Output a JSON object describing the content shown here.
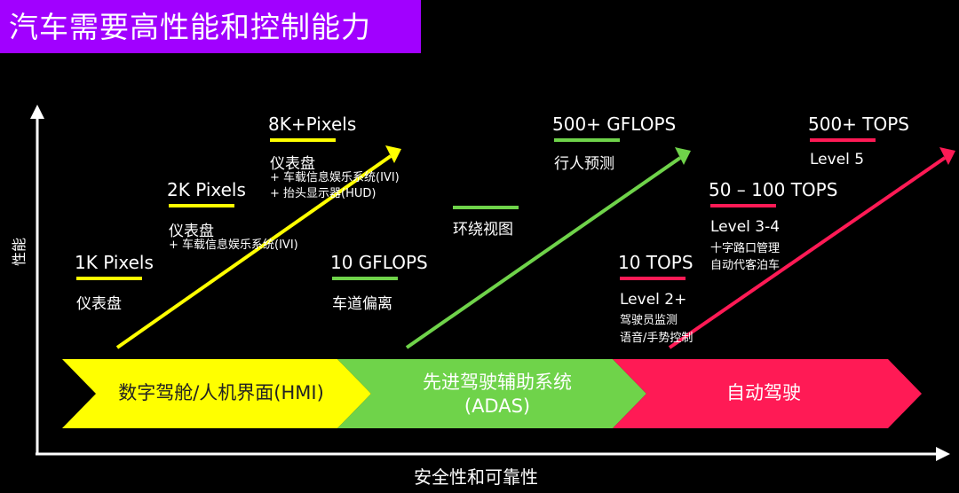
{
  "title": "汽车需要高性能和控制能力",
  "axes": {
    "y_label": "性能",
    "x_label": "安全性和可靠性"
  },
  "colors": {
    "purple": "#a100ff",
    "yellow": "#ffff00",
    "green": "#6fd34a",
    "red": "#ff1a55"
  },
  "stages": [
    {
      "label": "数字驾舱/人机界面(HMI)",
      "color": "#ffff00"
    },
    {
      "label": "先进驾驶辅助系统\n(ADAS)",
      "color": "#6fd34a"
    },
    {
      "label": "自动驾驶",
      "color": "#ff1a55"
    }
  ],
  "milestones": [
    {
      "heading": "1K Pixels",
      "lines": [
        "仪表盘"
      ]
    },
    {
      "heading": "2K Pixels",
      "lines": [
        "仪表盘",
        "+ 车载信息娱乐系统(IVI)"
      ]
    },
    {
      "heading": "8K+Pixels",
      "lines": [
        "仪表盘",
        "+ 车载信息娱乐系统(IVI)",
        "+ 抬头显示器(HUD)"
      ]
    },
    {
      "heading": "10 GFLOPS",
      "lines": [
        "车道偏离"
      ]
    },
    {
      "heading": "",
      "lines": [
        "环绕视图"
      ]
    },
    {
      "heading": "500+ GFLOPS",
      "lines": [
        "行人预测"
      ]
    },
    {
      "heading": "10 TOPS",
      "lines": [
        "Level 2+",
        "驾驶员监测",
        "语音/手势控制"
      ]
    },
    {
      "heading": "50 – 100 TOPS",
      "lines": [
        "Level 3-4",
        "十字路口管理",
        "自动代客泊车"
      ]
    },
    {
      "heading": "500+ TOPS",
      "lines": [
        "Level 5"
      ]
    }
  ]
}
